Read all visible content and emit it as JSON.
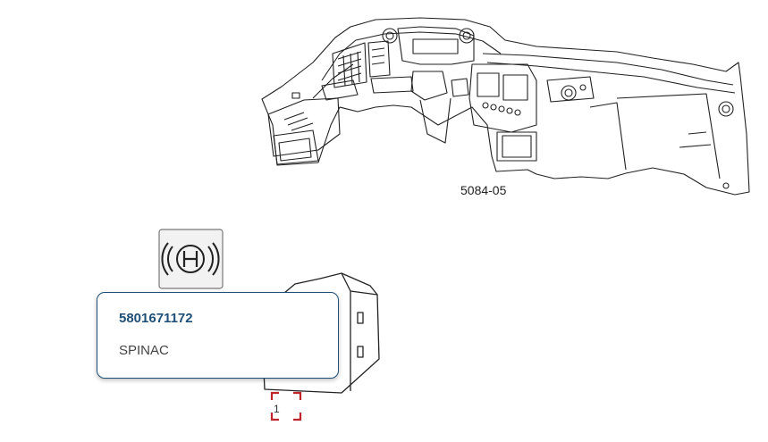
{
  "figure": {
    "label": "5084-05"
  },
  "part": {
    "callout_number": "1",
    "symbol_icon": "parking-brake-icon",
    "highlight_color": "#c0252b"
  },
  "tooltip": {
    "part_number": "5801671172",
    "description": "SPINAC",
    "border_color": "#1f4f78"
  }
}
